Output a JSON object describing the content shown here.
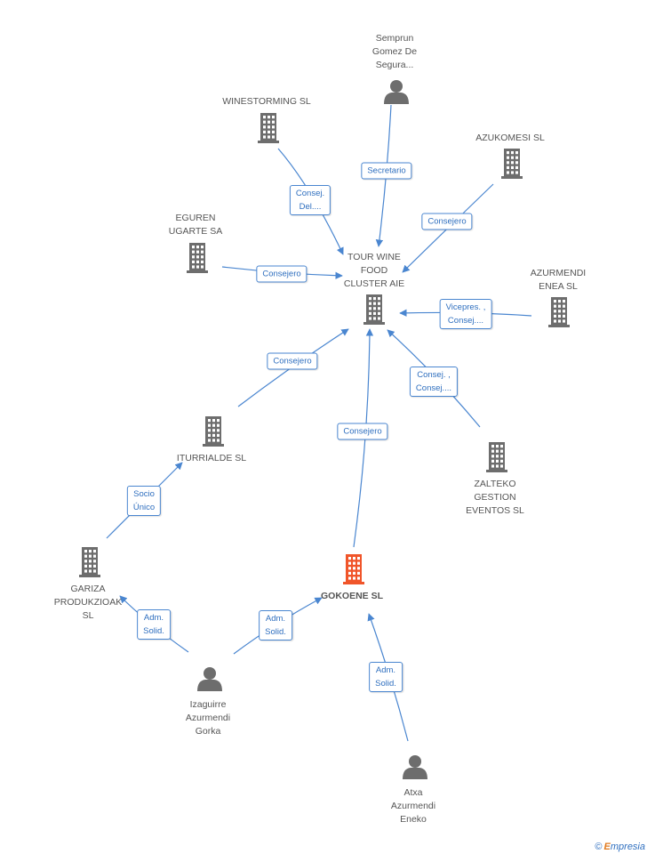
{
  "colors": {
    "edge": "#4a86d0",
    "company": "#6d6d6d",
    "focus_company": "#f0552a",
    "person": "#6d6d6d"
  },
  "nodes": [
    {
      "id": "tour",
      "type": "company",
      "lines": [
        "TOUR WINE",
        "FOOD",
        "CLUSTER AIE"
      ]
    },
    {
      "id": "winestorming",
      "type": "company",
      "lines": [
        "WINESTORMING SL"
      ]
    },
    {
      "id": "semprun",
      "type": "person",
      "lines": [
        "Semprun",
        "Gomez De",
        "Segura..."
      ]
    },
    {
      "id": "azukomesi",
      "type": "company",
      "lines": [
        "AZUKOMESI SL"
      ]
    },
    {
      "id": "eguren",
      "type": "company",
      "lines": [
        "EGUREN",
        "UGARTE SA"
      ]
    },
    {
      "id": "azurmendi_enea",
      "type": "company",
      "lines": [
        "AZURMENDI",
        "ENEA SL"
      ]
    },
    {
      "id": "iturrialde",
      "type": "company",
      "lines": [
        "ITURRIALDE  SL"
      ]
    },
    {
      "id": "zalteko",
      "type": "company",
      "lines": [
        "ZALTEKO",
        "GESTION",
        "EVENTOS SL"
      ]
    },
    {
      "id": "gariza",
      "type": "company",
      "lines": [
        "GARIZA",
        "PRODUKZIOAK",
        "SL"
      ]
    },
    {
      "id": "gokoene",
      "type": "focus",
      "lines": [
        "GOKOENE SL"
      ]
    },
    {
      "id": "izaguirre",
      "type": "person",
      "lines": [
        "Izaguirre",
        "Azurmendi",
        "Gorka"
      ]
    },
    {
      "id": "atxa",
      "type": "person",
      "lines": [
        "Atxa",
        "Azurmendi",
        "Eneko"
      ]
    }
  ],
  "edges": [
    {
      "from": "winestorming",
      "to": "tour",
      "label": [
        "Consej.",
        "Del...."
      ]
    },
    {
      "from": "semprun",
      "to": "tour",
      "label": [
        "Secretario"
      ]
    },
    {
      "from": "azukomesi",
      "to": "tour",
      "label": [
        "Consejero"
      ]
    },
    {
      "from": "eguren",
      "to": "tour",
      "label": [
        "Consejero"
      ]
    },
    {
      "from": "azurmendi_enea",
      "to": "tour",
      "label": [
        "Vicepres. ,",
        "Consej...."
      ]
    },
    {
      "from": "zalteko",
      "to": "tour",
      "label": [
        "Consej. ,",
        "Consej...."
      ]
    },
    {
      "from": "iturrialde",
      "to": "tour",
      "label": [
        "Consejero"
      ]
    },
    {
      "from": "gokoene",
      "to": "tour",
      "label": [
        "Consejero"
      ]
    },
    {
      "from": "gariza",
      "to": "iturrialde",
      "label": [
        "Socio",
        "Único"
      ]
    },
    {
      "from": "izaguirre",
      "to": "gariza",
      "label": [
        "Adm.",
        "Solid."
      ]
    },
    {
      "from": "izaguirre",
      "to": "gokoene",
      "label": [
        "Adm.",
        "Solid."
      ]
    },
    {
      "from": "atxa",
      "to": "gokoene",
      "label": [
        "Adm.",
        "Solid."
      ]
    }
  ],
  "footer": {
    "copyright": "©",
    "brand_initial": "E",
    "brand_rest": "mpresia"
  }
}
